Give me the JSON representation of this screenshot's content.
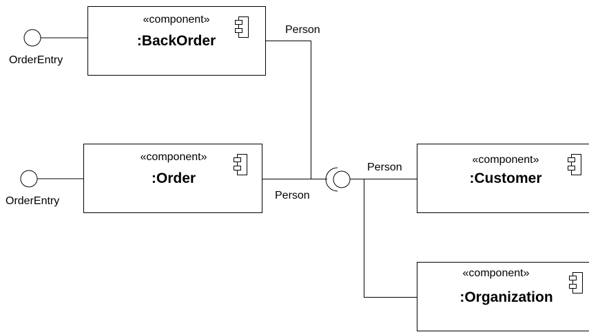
{
  "diagram": {
    "components": {
      "backorder": {
        "stereotype": "«component»",
        "name": ":BackOrder",
        "icon": "component-icon"
      },
      "order": {
        "stereotype": "«component»",
        "name": ":Order",
        "icon": "component-icon"
      },
      "customer": {
        "stereotype": "«component»",
        "name": ":Customer",
        "icon": "component-icon"
      },
      "organization": {
        "stereotype": "«component»",
        "name": ":Organization",
        "icon": "component-icon"
      }
    },
    "interfaces": {
      "backorder_provided": "OrderEntry",
      "order_provided": "OrderEntry"
    },
    "connector_labels": {
      "backorder_person": "Person",
      "order_person": "Person",
      "customer_person": "Person"
    }
  }
}
